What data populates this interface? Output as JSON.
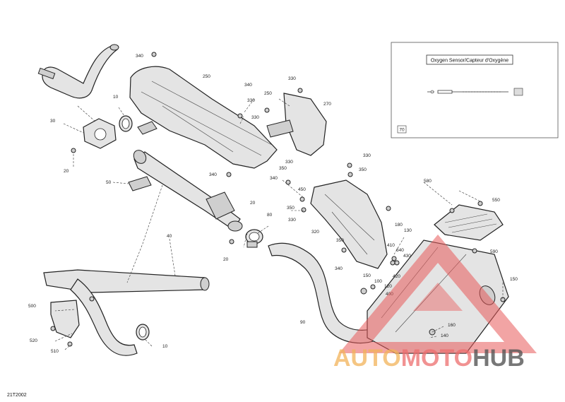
{
  "diagram": {
    "code": "21T2002",
    "inset": {
      "title": "Oxygen Sensor/Capteur d'Oxygène",
      "ref": "70"
    },
    "watermark": {
      "part1": "AUTO",
      "part2": "MOTO",
      "part3": "HUB"
    },
    "callouts": [
      {
        "id": "c340a",
        "label": "340"
      },
      {
        "id": "c250",
        "label": "250"
      },
      {
        "id": "c30",
        "label": "30"
      },
      {
        "id": "c10a",
        "label": "10"
      },
      {
        "id": "c340b",
        "label": "340"
      },
      {
        "id": "c330a",
        "label": "330"
      },
      {
        "id": "c330b",
        "label": "330"
      },
      {
        "id": "c250b",
        "label": "250"
      },
      {
        "id": "c270",
        "label": "270"
      },
      {
        "id": "c20a",
        "label": "20"
      },
      {
        "id": "c50",
        "label": "50"
      },
      {
        "id": "c340c",
        "label": "340"
      },
      {
        "id": "c330c",
        "label": "330"
      },
      {
        "id": "c350a",
        "label": "350"
      },
      {
        "id": "c340d",
        "label": "340"
      },
      {
        "id": "c330d",
        "label": "330"
      },
      {
        "id": "c350b",
        "label": "350"
      },
      {
        "id": "c450",
        "label": "450"
      },
      {
        "id": "c350c",
        "label": "350"
      },
      {
        "id": "c330e",
        "label": "330"
      },
      {
        "id": "c320",
        "label": "320"
      },
      {
        "id": "c20b",
        "label": "20"
      },
      {
        "id": "c80",
        "label": "80"
      },
      {
        "id": "c40",
        "label": "40"
      },
      {
        "id": "c20c",
        "label": "20"
      },
      {
        "id": "c330f",
        "label": "330"
      },
      {
        "id": "c580",
        "label": "580"
      },
      {
        "id": "c550",
        "label": "550"
      },
      {
        "id": "c180a",
        "label": "180"
      },
      {
        "id": "c130",
        "label": "130"
      },
      {
        "id": "c410",
        "label": "410"
      },
      {
        "id": "c640",
        "label": "640"
      },
      {
        "id": "c590",
        "label": "590"
      },
      {
        "id": "c350d",
        "label": "350"
      },
      {
        "id": "c430",
        "label": "430"
      },
      {
        "id": "c340e",
        "label": "340"
      },
      {
        "id": "c150a",
        "label": "150"
      },
      {
        "id": "c420",
        "label": "420"
      },
      {
        "id": "c100",
        "label": "100"
      },
      {
        "id": "c120",
        "label": "120"
      },
      {
        "id": "c400",
        "label": "400"
      },
      {
        "id": "c150b",
        "label": "150"
      },
      {
        "id": "c500",
        "label": "500"
      },
      {
        "id": "c520",
        "label": "520"
      },
      {
        "id": "c510",
        "label": "510"
      },
      {
        "id": "c10b",
        "label": "10"
      },
      {
        "id": "c90",
        "label": "90"
      },
      {
        "id": "c160",
        "label": "160"
      },
      {
        "id": "c140",
        "label": "140"
      }
    ]
  }
}
